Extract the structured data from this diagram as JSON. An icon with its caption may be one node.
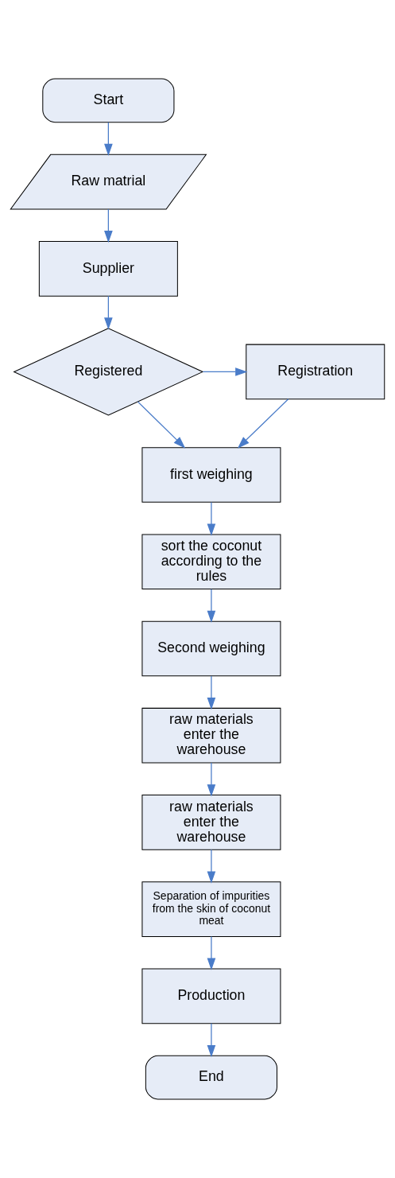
{
  "diagram": {
    "nodes": [
      {
        "text": [
          "Start"
        ]
      },
      {
        "text": [
          "Raw matrial"
        ]
      },
      {
        "text": [
          "Supplier"
        ]
      },
      {
        "text": [
          "Registered"
        ]
      },
      {
        "text": [
          "Registration"
        ]
      },
      {
        "text": [
          "first weighing"
        ]
      },
      {
        "text": [
          "sort the coconut according to the rules"
        ]
      },
      {
        "text": [
          "Second weighing"
        ]
      },
      {
        "text": [
          "raw materials enter the warehouse"
        ]
      },
      {
        "text": [
          "raw materials enter the warehouse"
        ]
      },
      {
        "text": [
          "Separation of impurities from the skin of coconut meat"
        ]
      },
      {
        "text": [
          "Production"
        ]
      },
      {
        "text": [
          "End"
        ]
      }
    ],
    "edges": [
      {
        "from": 0,
        "to": 1,
        "arrow": "to"
      },
      {
        "from": 1,
        "to": 2,
        "arrow": "to"
      },
      {
        "from": 2,
        "to": 3,
        "arrow": "to"
      },
      {
        "from": 3,
        "to": 4,
        "arrow": "to"
      },
      {
        "from": 3,
        "to": 5,
        "arrow": "to"
      },
      {
        "from": 4,
        "to": 5,
        "arrow": "to"
      },
      {
        "from": 5,
        "to": 6,
        "arrow": "to"
      },
      {
        "from": 6,
        "to": 7,
        "arrow": "to"
      },
      {
        "from": 7,
        "to": 8,
        "arrow": "to"
      },
      {
        "from": 8,
        "to": 9,
        "arrow": "to"
      },
      {
        "from": 9,
        "to": 10,
        "arrow": "to"
      },
      {
        "from": 10,
        "to": 11,
        "arrow": "to"
      },
      {
        "from": 11,
        "to": 12,
        "arrow": "to"
      }
    ]
  }
}
